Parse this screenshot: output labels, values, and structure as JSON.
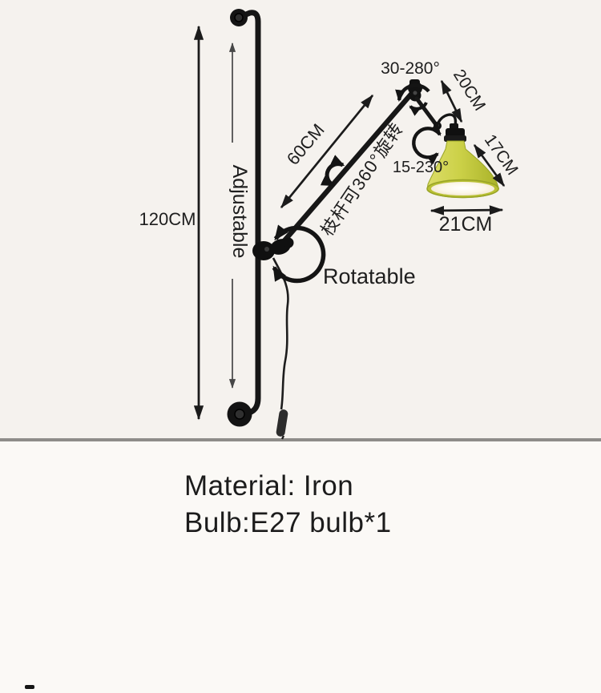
{
  "diagram": {
    "dimensions": {
      "pole_height": "120CM",
      "arm_length": "60CM",
      "head_arm_length": "20CM",
      "shade_height": "17CM",
      "shade_diameter": "21CM"
    },
    "angles": {
      "elbow_range": "30-280°",
      "head_range": "15-230°"
    },
    "annotations": {
      "adjustable": "Adjustable",
      "rotatable": "Rotatable",
      "rotation_note_cn": "枝杆可360°旋转"
    },
    "colors": {
      "background_upper": "#f5f2ee",
      "background_lower": "#fbf9f6",
      "divider": "#8e8c89",
      "metal_black": "#181818",
      "annotation_red": "#e2231a",
      "shade_yellow": "#ccd148",
      "shade_inner": "#f1e5d0"
    }
  },
  "specs": {
    "material_line": "Material: Iron",
    "bulb_line": "Bulb:E27 bulb*1"
  }
}
